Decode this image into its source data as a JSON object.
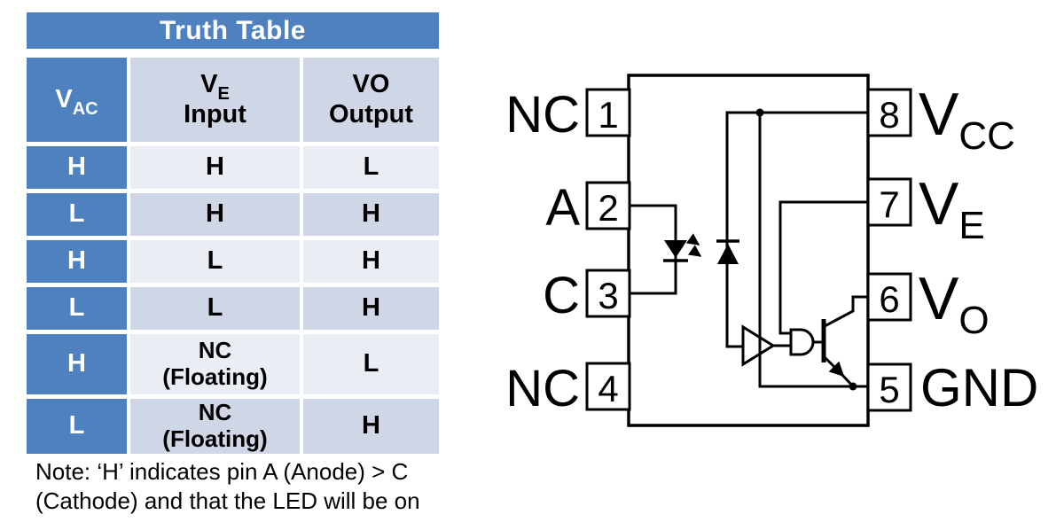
{
  "colors": {
    "blue": "#4E81BD",
    "band_light": "#E9EDF4",
    "band_dark": "#CFD6E5",
    "ink": "#000000"
  },
  "truth_table": {
    "title": "Truth Table",
    "header": {
      "col1_main": "V",
      "col1_sub": "AC",
      "col2_main": "V",
      "col2_sub": "E",
      "col2_line2": "Input",
      "col3_line1": "VO",
      "col3_line2": "Output"
    },
    "rows": [
      {
        "vac": "H",
        "ve": "H",
        "vo": "L"
      },
      {
        "vac": "L",
        "ve": "H",
        "vo": "H"
      },
      {
        "vac": "H",
        "ve": "L",
        "vo": "H"
      },
      {
        "vac": "L",
        "ve": "L",
        "vo": "H"
      },
      {
        "vac": "H",
        "ve": "NC",
        "ve2": "(Floating)",
        "vo": "L"
      },
      {
        "vac": "L",
        "ve": "NC",
        "ve2": "(Floating)",
        "vo": "H"
      }
    ],
    "note_line1": "Note: ‘H’ indicates pin A (Anode) > C",
    "note_line2": "(Cathode) and that the LED will be on"
  },
  "schematic": {
    "pins_left": [
      {
        "num": "1",
        "label": "NC"
      },
      {
        "num": "2",
        "label": "A"
      },
      {
        "num": "3",
        "label": "C"
      },
      {
        "num": "4",
        "label": "NC"
      }
    ],
    "pins_right": [
      {
        "num": "8",
        "label": "V",
        "sub": "CC"
      },
      {
        "num": "7",
        "label": "V",
        "sub": "E"
      },
      {
        "num": "6",
        "label": "V",
        "sub": "O"
      },
      {
        "num": "5",
        "label": "GND"
      }
    ]
  }
}
